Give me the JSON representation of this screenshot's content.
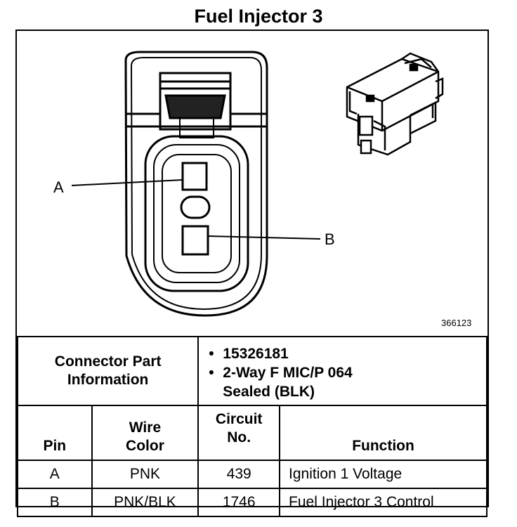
{
  "title": "Fuel Injector 3",
  "figure": {
    "id": "366123",
    "pin_labels": [
      "A",
      "B"
    ]
  },
  "connector": {
    "label_line1": "Connector Part",
    "label_line2": "Information",
    "part_number": "15326181",
    "description_line1": "2-Way F MIC/P 064",
    "description_line2": "Sealed (BLK)"
  },
  "table": {
    "headers": {
      "pin": "Pin",
      "wire_color_line1": "Wire",
      "wire_color_line2": "Color",
      "circuit_line1": "Circuit",
      "circuit_line2": "No.",
      "function": "Function"
    },
    "rows": [
      {
        "pin": "A",
        "wire_color": "PNK",
        "circuit": "439",
        "function": "Ignition 1 Voltage"
      },
      {
        "pin": "B",
        "wire_color": "PNK/BLK",
        "circuit": "1746",
        "function": "Fuel Injector 3 Control"
      }
    ]
  }
}
